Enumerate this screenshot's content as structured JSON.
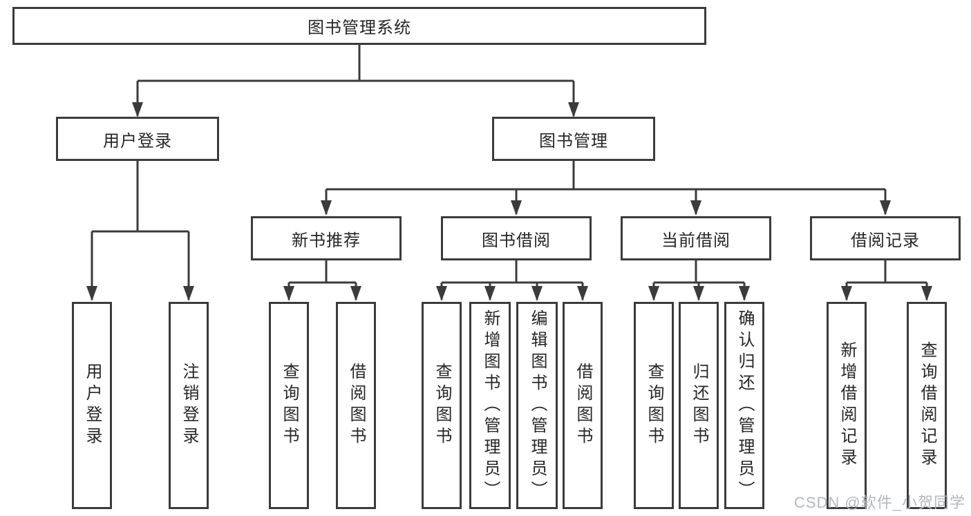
{
  "meta": {
    "background_color": "#ffffff",
    "line_color": "#3b3b3b",
    "text_color": "#262626",
    "watermark_color": "#b2b8c0",
    "diagram_type": "tree"
  },
  "tree": {
    "label": "图书管理系统",
    "children": [
      {
        "label": "用户登录",
        "children": [
          {
            "label": "用户登录"
          },
          {
            "label": "注销登录"
          }
        ]
      },
      {
        "label": "图书管理",
        "children": [
          {
            "label": "新书推荐",
            "children": [
              {
                "label": "查询图书"
              },
              {
                "label": "借阅图书"
              }
            ]
          },
          {
            "label": "图书借阅",
            "children": [
              {
                "label": "查询图书"
              },
              {
                "label": "新增图书（管理员）"
              },
              {
                "label": "编辑图书（管理员）"
              },
              {
                "label": "借阅图书"
              }
            ]
          },
          {
            "label": "当前借阅",
            "children": [
              {
                "label": "查询图书"
              },
              {
                "label": "归还图书"
              },
              {
                "label": "确认归还（管理员）"
              }
            ]
          },
          {
            "label": "借阅记录",
            "children": [
              {
                "label": "新增借阅记录"
              },
              {
                "label": "查询借阅记录"
              }
            ]
          }
        ]
      }
    ]
  },
  "watermark": {
    "text": "CSDN @软件_小贺同学"
  }
}
